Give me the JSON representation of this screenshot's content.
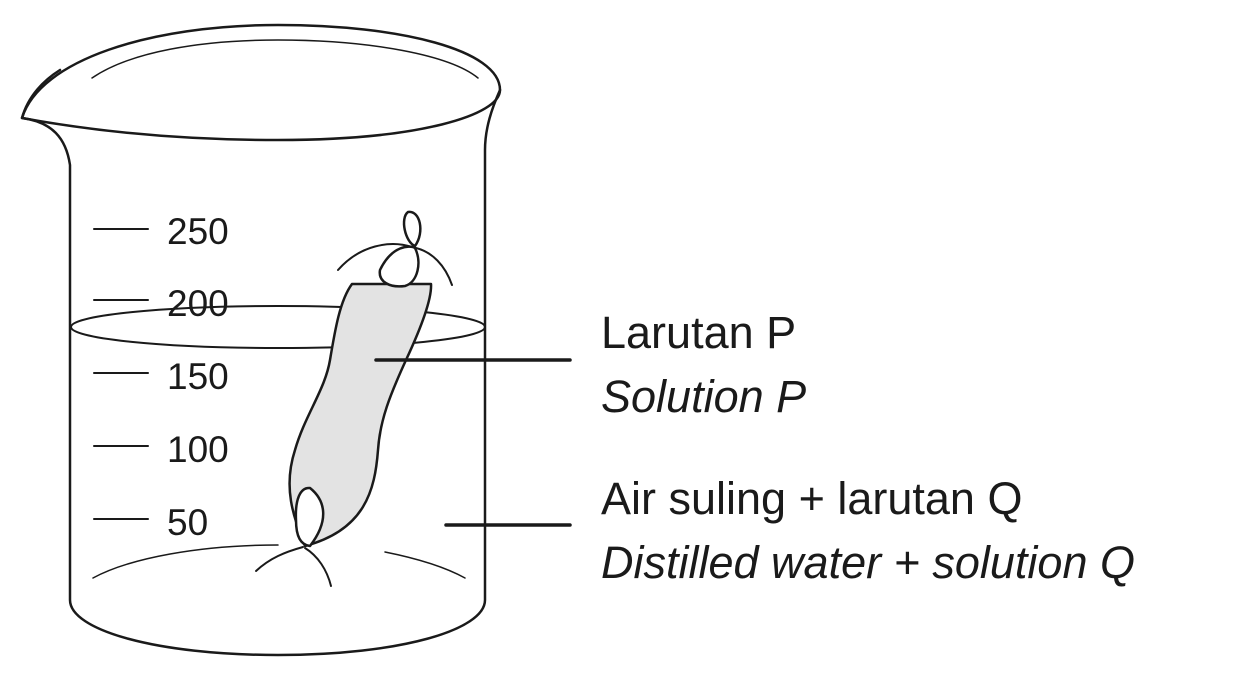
{
  "scale_marks": [
    "250",
    "200",
    "150",
    "100",
    "50"
  ],
  "labels": {
    "solution_p_malay": "Larutan P",
    "solution_p_english": "Solution P",
    "mixture_malay": "Air suling + larutan Q",
    "mixture_english": "Distilled water + solution Q"
  }
}
